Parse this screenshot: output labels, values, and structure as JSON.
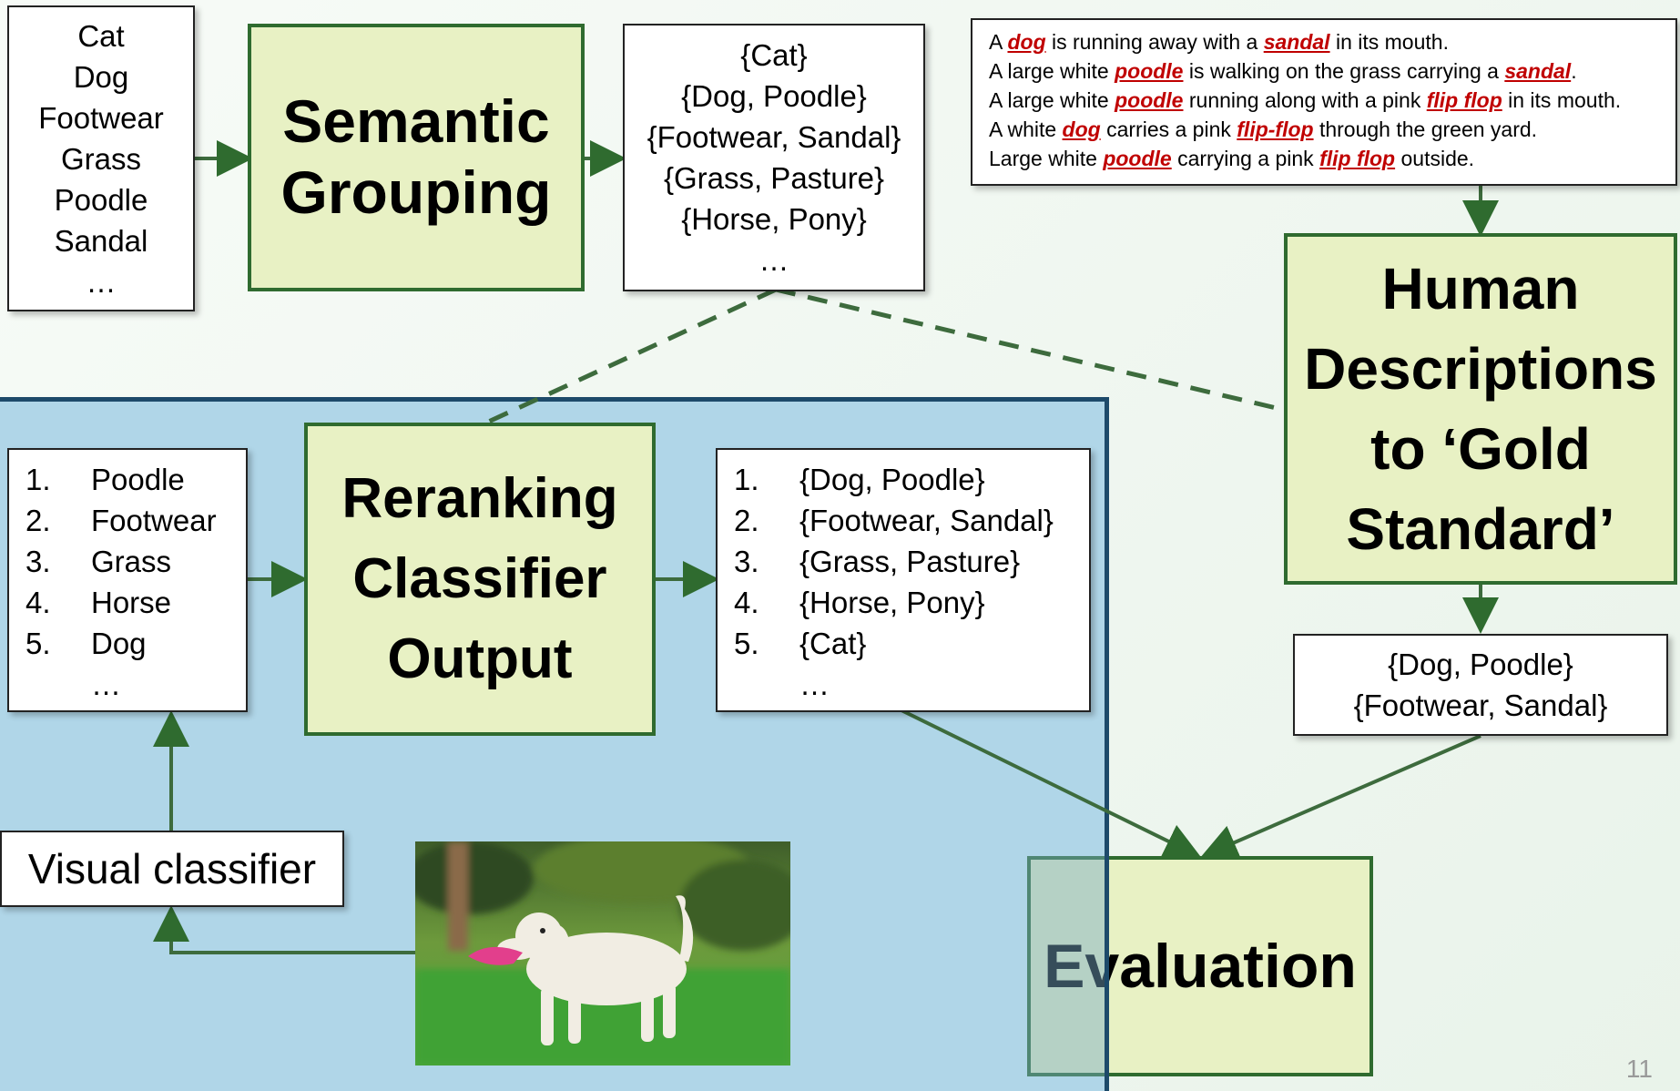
{
  "input_labels": [
    "Cat",
    "Dog",
    "Footwear",
    "Grass",
    "Poodle",
    "Sandal",
    "…"
  ],
  "semantic_grouping": {
    "title": "Semantic\nGrouping"
  },
  "groups": [
    "{Cat}",
    "{Dog, Poodle}",
    "{Footwear, Sandal}",
    "{Grass, Pasture}",
    "{Horse, Pony}",
    "…"
  ],
  "captions": [
    [
      {
        "t": "A "
      },
      {
        "t": "dog",
        "kw": true
      },
      {
        "t": " is running away with a "
      },
      {
        "t": "sandal",
        "kw": true
      },
      {
        "t": " in its mouth."
      }
    ],
    [
      {
        "t": "A large white "
      },
      {
        "t": "poodle",
        "kw": true
      },
      {
        "t": " is walking on the grass carrying a "
      },
      {
        "t": "sandal",
        "kw": true
      },
      {
        "t": "."
      }
    ],
    [
      {
        "t": "A large white "
      },
      {
        "t": "poodle",
        "kw": true
      },
      {
        "t": " running along with a pink "
      },
      {
        "t": "flip flop",
        "kw": true
      },
      {
        "t": " in its mouth."
      }
    ],
    [
      {
        "t": "A white "
      },
      {
        "t": "dog",
        "kw": true
      },
      {
        "t": " carries a pink "
      },
      {
        "t": "flip-flop",
        "kw": true
      },
      {
        "t": " through the green yard."
      }
    ],
    [
      {
        "t": "Large white "
      },
      {
        "t": "poodle",
        "kw": true
      },
      {
        "t": " carrying a pink "
      },
      {
        "t": "flip flop",
        "kw": true
      },
      {
        "t": " outside."
      }
    ]
  ],
  "human_descriptions": {
    "title": "Human\nDescriptions\nto ‘Gold\nStandard’"
  },
  "gold_groups": [
    "{Dog, Poodle}",
    "{Footwear, Sandal}"
  ],
  "classifier_output": {
    "nums": [
      "1.",
      "2.",
      "3.",
      "4.",
      "5.",
      ""
    ],
    "items": [
      "Poodle",
      "Footwear",
      "Grass",
      "Horse",
      "Dog",
      "…"
    ]
  },
  "reranking": {
    "title": "Reranking\nClassifier\nOutput"
  },
  "reranked_output": {
    "nums": [
      "1.",
      "2.",
      "3.",
      "4.",
      "5.",
      ""
    ],
    "items": [
      "{Dog, Poodle}",
      "{Footwear, Sandal}",
      "{Grass, Pasture}",
      "{Horse, Pony}",
      "{Cat}",
      "…"
    ]
  },
  "visual_classifier": {
    "label": "Visual classifier"
  },
  "evaluation": {
    "title": "Evaluation"
  },
  "photo": {
    "alt": "white poodle running with a pink flip flop"
  },
  "page_number": "11",
  "colors": {
    "green_border": "#2f6b2f",
    "green_fill": "#e8f1c4",
    "blue_panel": "#b0d6e8",
    "keyword": "#c00000"
  }
}
